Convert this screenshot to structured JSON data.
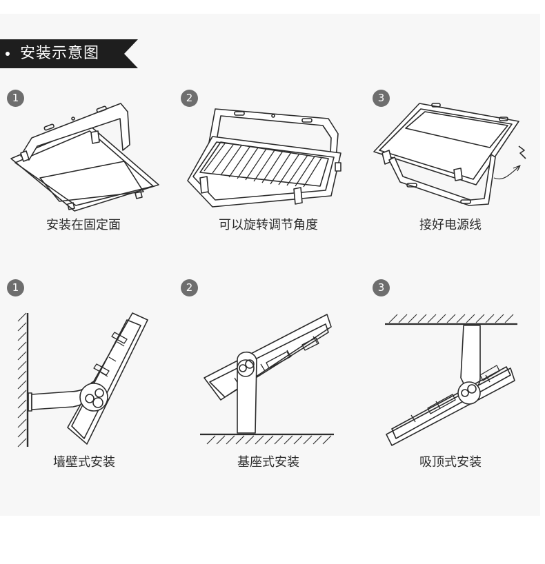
{
  "section_title": "安装示意图",
  "row1": {
    "steps": [
      {
        "badge": "1",
        "caption": "安装在固定面"
      },
      {
        "badge": "2",
        "caption": "可以旋转调节角度"
      },
      {
        "badge": "3",
        "caption": "接好电源线"
      }
    ]
  },
  "row2": {
    "steps": [
      {
        "badge": "1",
        "caption": "墙壁式安装"
      },
      {
        "badge": "2",
        "caption": "基座式安装"
      },
      {
        "badge": "3",
        "caption": "吸顶式安装"
      }
    ]
  },
  "colors": {
    "banner": "#1e1e1e",
    "badge": "#6e6e6e",
    "line": "#2b2b2b",
    "panel": "#f7f7f7"
  }
}
